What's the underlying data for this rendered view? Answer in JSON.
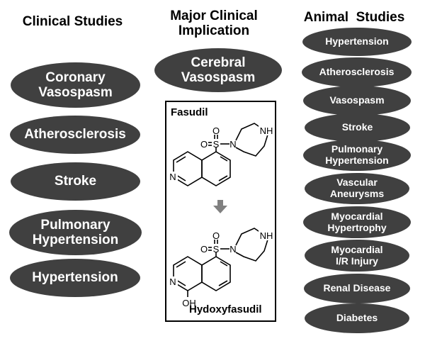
{
  "headings": {
    "clinical": "Clinical Studies",
    "major": "Major Clinical\nImplication",
    "animal": "Animal  Studies"
  },
  "clinical_studies": [
    "Coronary\nVasospasm",
    "Atherosclerosis",
    "Stroke",
    "Pulmonary\nHypertension",
    "Hypertension"
  ],
  "major_implication": "Cerebral\nVasospasm",
  "animal_studies": [
    "Hypertension",
    "Atherosclerosis",
    "Vasospasm",
    "Stroke",
    "Pulmonary\nHypertension",
    "Vascular\nAneurysms",
    "Myocardial\nHypertrophy",
    "Myocardial\nI/R Injury",
    "Renal Disease",
    "Diabetes"
  ],
  "drugs": {
    "parent": "Fasudil",
    "metabolite": "Hydoxyfasudil"
  },
  "structure_atoms": {
    "o": "O",
    "s": "S",
    "n": "N",
    "nh": "NH",
    "oh": "OH"
  },
  "colors": {
    "ellipse_fill": "#404040",
    "ellipse_text": "#ffffff",
    "arrow": "#808080"
  }
}
